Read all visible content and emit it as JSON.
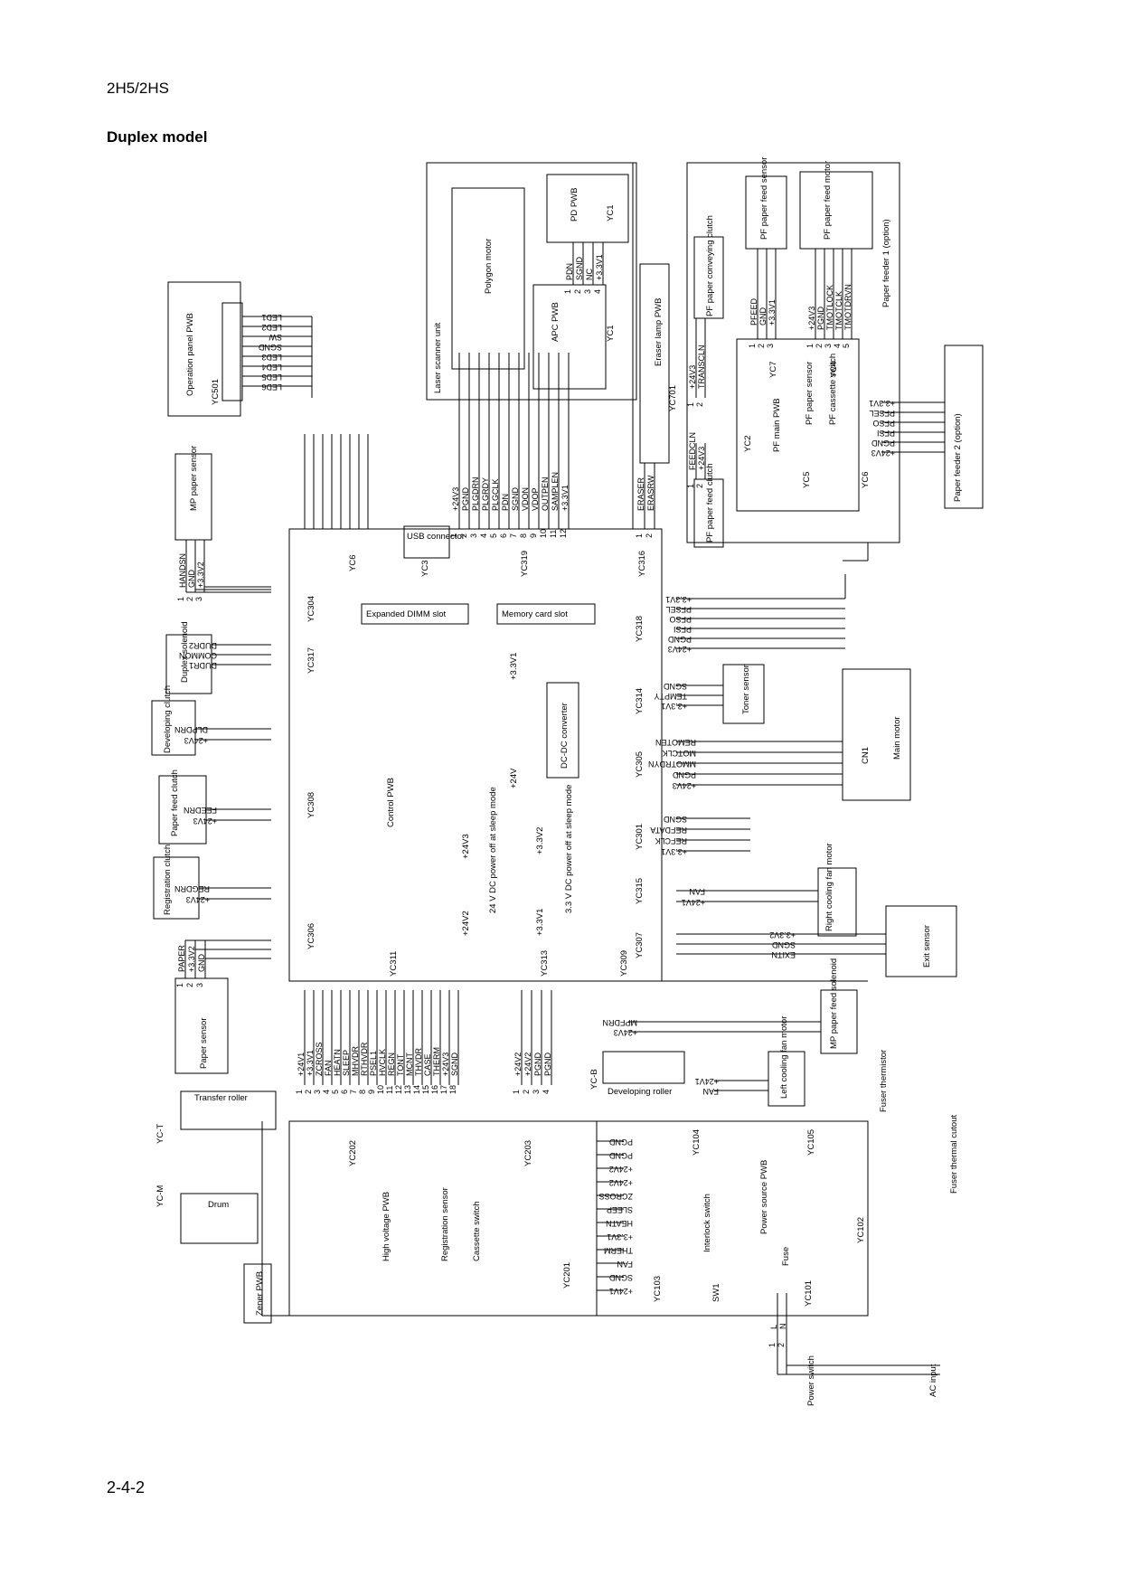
{
  "header": {
    "model": "2H5/2HS",
    "title": "Duplex model"
  },
  "page_number": "2-4-2",
  "units": {
    "control_pwb": "Control PWB",
    "high_voltage_pwb": "High voltage PWB",
    "power_source_pwb": "Power source PWB",
    "pf_main_pwb": "PF main PWB",
    "operation_panel_pwb": "Operation panel PWB",
    "laser_scanner_unit": "Laser scanner unit",
    "polygon_motor": "Polygon motor",
    "apc_pwb": "APC PWB",
    "pd_pwb": "PD PWB",
    "eraser_lamp_pwb": "Eraser lamp PWB",
    "paper_feeder_1": "Paper feeder 1 (option)",
    "paper_feeder_2": "Paper feeder 2 (option)",
    "pf_paper_feed_sensor": "PF paper feed sensor",
    "pf_paper_feed_motor": "PF paper feed motor",
    "pf_paper_conveying_clutch": "PF paper conveying clutch",
    "pf_paper_feed_clutch": "PF paper feed clutch",
    "pf_paper_sensor": "PF paper sensor",
    "pf_cassette_switch": "PF cassette switch",
    "mp_paper_sensor": "MP paper sensor",
    "duplex_solenoid": "Duplex solenoid",
    "developing_clutch": "Developing clutch",
    "paper_feed_clutch": "Paper feed clutch",
    "registration_clutch": "Registration clutch",
    "paper_sensor": "Paper sensor",
    "transfer_roller": "Transfer roller",
    "drum": "Drum",
    "zener_pwb": "Zener PWB",
    "toner_sensor": "Toner sensor",
    "main_motor": "Main motor",
    "right_cooling_fan_motor": "Right cooling fan motor",
    "exit_sensor": "Exit sensor",
    "mp_paper_feed_solenoid": "MP paper feed solenoid",
    "developing_roller": "Developing roller",
    "left_cooling_fan_motor": "Left cooling fan motor",
    "fuser_thermistor": "Fuser thermistor",
    "fuser_thermal_cutout": "Fuser thermal cutout",
    "interlock_switch": "Interlock switch",
    "fuse": "Fuse",
    "power_switch": "Power switch",
    "ac_input": "AC input",
    "registration_sensor": "Registration sensor",
    "cassette_switch": "Cassette switch",
    "usb_connector": "USB connector",
    "memory_card_slot": "Memory card slot",
    "expanded_dimm_slot": "Expanded DIMM slot",
    "dcdc_converter": "DC-DC converter",
    "note_24v": "24 V DC power off at sleep mode",
    "note_33v": "3.3 V DC power off at sleep mode",
    "tr_24v3": "+24V3",
    "tr_24v2": "+24V2",
    "tr_33v2": "+3.3V2",
    "tr_33v1": "+3.3V1",
    "dc_33v1": "+3.3V1",
    "dc_24v": "+24V"
  },
  "connectors": {
    "YC501": "YC501",
    "YC6": "YC6",
    "YC3": "YC3",
    "YC319": "YC319",
    "YC316": "YC316",
    "YC701": "YC701",
    "YC1a": "YC1",
    "YC1b": "YC1",
    "YC304": "YC304",
    "YC317": "YC317",
    "YC308": "YC308",
    "YC306": "YC306",
    "YC311": "YC311",
    "YC313": "YC313",
    "YC309": "YC309",
    "YC318": "YC318",
    "YC314": "YC314",
    "YC305": "YC305",
    "YC301": "YC301",
    "YC315": "YC315",
    "YC307": "YC307",
    "YC2": "YC2",
    "YC5": "YC5",
    "YC6pf": "YC6",
    "YC7": "YC7",
    "YC4": "YC4",
    "YC202": "YC202",
    "YC203": "YC203",
    "YC201": "YC201",
    "YC103": "YC103",
    "YC104": "YC104",
    "YC105": "YC105",
    "YC102": "YC102",
    "YC101": "YC101",
    "CN1": "CN1",
    "SW1": "SW1",
    "YCT": "YC-T",
    "YCM": "YC-M",
    "YCB": "YC-B"
  },
  "signals": {
    "op_panel": [
      "LED1",
      "LED2",
      "SW",
      "SGND",
      "LED3",
      "LED4",
      "LED5",
      "LED6"
    ],
    "yc319": [
      "+24V3",
      "PGND",
      "PLGDRN",
      "PLGRDY",
      "PLGCLK",
      "PDN",
      "SGND",
      "VDON",
      "VDOP",
      "OUTPEN",
      "SAMPLEN",
      "+3.3V1"
    ],
    "pd_pwb": [
      "PDN",
      "SGND",
      "NC",
      "+3.3V1"
    ],
    "eraser": [
      "ERASER",
      "ERASRW"
    ],
    "mp_sensor": [
      "HANDSN",
      "GND",
      "+3.3V2"
    ],
    "duplex": [
      "DUDR2",
      "COMMON",
      "DUDR1"
    ],
    "dev_clutch": [
      "DLPDRN",
      "+24V3"
    ],
    "feed_clutch": [
      "FEEDRN",
      "+24V3"
    ],
    "reg_clutch": [
      "REGDRN",
      "+24V3"
    ],
    "paper_sensor": [
      "PAPER",
      "+3.3V2",
      "GND"
    ],
    "yc318": [
      "+3.3V1",
      "PFSEL",
      "PFSO",
      "PFSI",
      "PGND",
      "+24V3"
    ],
    "toner": [
      "SGND",
      "TEMPTY",
      "+3.3V1"
    ],
    "main_motor": [
      "REMOTEN",
      "MOTCLK",
      "MMOTRDYN",
      "PGND",
      "+24V3"
    ],
    "yc301": [
      "SGND",
      "REFDATA",
      "REFCLK",
      "+3.3V1"
    ],
    "right_fan": [
      "FAN",
      "+24V1"
    ],
    "exit": [
      "+3.3V2",
      "SGND",
      "EXITN"
    ],
    "mp_solenoid": [
      "MPFDRN",
      "+24V3"
    ],
    "left_fan": [
      "+24V1",
      "FAN"
    ],
    "hv": [
      "+24V1",
      "+3.3V1",
      "ZCROSS",
      "FAN",
      "HEATN",
      "SLEEP",
      "MHVDR",
      "RTHVDR",
      "PSEL1",
      "HVCLK",
      "REGN",
      "TONT",
      "MCNT",
      "THVDR",
      "CASE",
      "THERM",
      "+24V3",
      "SGND"
    ],
    "yc203": [
      "+24V2",
      "+24V2",
      "PGND",
      "PGND"
    ],
    "yc201": [
      "PGND",
      "PGND",
      "+24V2",
      "+24V2",
      "ZCROSS",
      "SLEEP",
      "HEATN",
      "+3.3V1",
      "THERM",
      "FAN",
      "SGND",
      "+24V1"
    ],
    "pf_feed_sensor": [
      "PFEED",
      "GND",
      "+3.3V1"
    ],
    "pf_motor": [
      "+24V3",
      "PGND",
      "TMOTLOCK",
      "TMOTCLK",
      "TMOTDRVN"
    ],
    "pf_clutch_a": [
      "+24V3",
      "TRANSCLN"
    ],
    "pf_clutch_b": [
      "FEEDCLN",
      "+24V3"
    ],
    "pf2": [
      "+3.3V1",
      "PFSEL",
      "PFSO",
      "PFSI",
      "PGND",
      "+24V3"
    ],
    "ac": [
      "L",
      "N"
    ]
  }
}
